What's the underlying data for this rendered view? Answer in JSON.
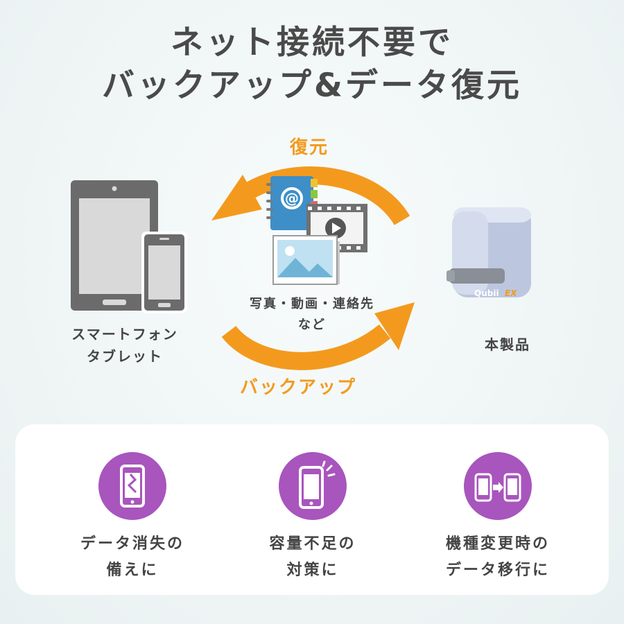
{
  "headline": {
    "line1": "ネット接続不要で",
    "line2": "バックアップ&データ復元"
  },
  "diagram": {
    "restore_label": "復元",
    "backup_label": "バックアップ",
    "data_types_line1": "写真・動画・連絡先",
    "data_types_line2": "など",
    "left_device_line1": "スマートフォン",
    "left_device_line2": "タブレット",
    "right_device_label": "本製品",
    "product_brand": "Qubii",
    "product_model": "EX"
  },
  "features": [
    {
      "icon": "broken-phone-icon",
      "line1": "データ消失の",
      "line2": "備えに"
    },
    {
      "icon": "full-storage-phone-icon",
      "line1": "容量不足の",
      "line2": "対策に"
    },
    {
      "icon": "phone-transfer-icon",
      "line1": "機種変更時の",
      "line2": "データ移行に"
    }
  ],
  "colors": {
    "accent": "#f39a1e",
    "feature_circle": "#a855bd",
    "device_dark": "#6b6b6b",
    "device_screen": "#d9d9d9",
    "product_body": "#c9d3e8"
  }
}
